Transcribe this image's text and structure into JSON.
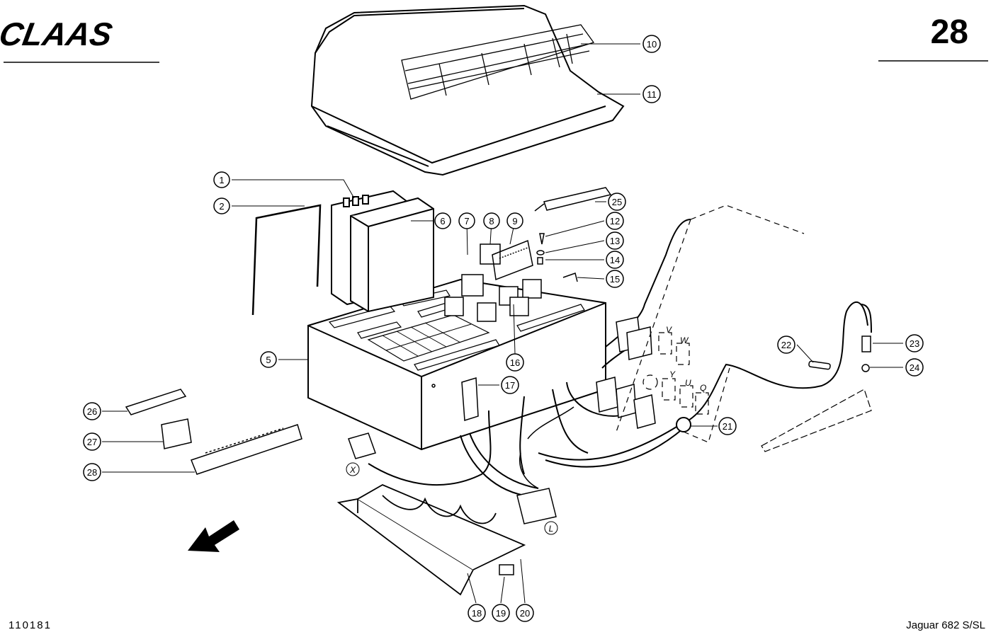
{
  "header": {
    "brand": "CLAAS",
    "page_number": "28"
  },
  "footer": {
    "doc_number": "110181",
    "model": "Jaguar 682 S/SL"
  },
  "callouts": [
    "1",
    "2",
    "5",
    "6",
    "7",
    "8",
    "9",
    "10",
    "11",
    "12",
    "13",
    "14",
    "15",
    "16",
    "17",
    "18",
    "19",
    "20",
    "21",
    "22",
    "23",
    "24",
    "25",
    "26",
    "27",
    "28"
  ],
  "letter_labels": [
    "V",
    "W",
    "Y",
    "U",
    "Q",
    "X",
    "L"
  ]
}
